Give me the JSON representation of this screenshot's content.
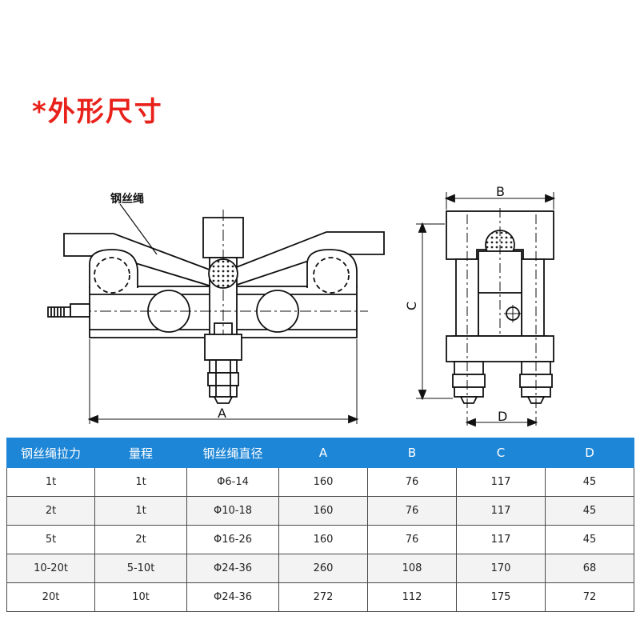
{
  "title": "*外形尺寸",
  "drawing": {
    "callout_label": "钢丝绳",
    "dim_A": "A",
    "dim_B": "B",
    "dim_C": "C",
    "dim_D": "D"
  },
  "table": {
    "headers": [
      "钢丝绳拉力",
      "量程",
      "钢丝绳直径",
      "A",
      "B",
      "C",
      "D"
    ],
    "rows": [
      [
        "1t",
        "1t",
        "Φ6-14",
        "160",
        "76",
        "117",
        "45"
      ],
      [
        "2t",
        "1t",
        "Φ10-18",
        "160",
        "76",
        "117",
        "45"
      ],
      [
        "5t",
        "2t",
        "Φ16-26",
        "160",
        "76",
        "117",
        "45"
      ],
      [
        "10-20t",
        "5-10t",
        "Φ24-36",
        "260",
        "108",
        "170",
        "68"
      ],
      [
        "20t",
        "10t",
        "Φ24-36",
        "272",
        "112",
        "175",
        "72"
      ]
    ]
  },
  "colors": {
    "title": "#e8221b",
    "header_bg": "#1e86d6",
    "line": "#111111"
  }
}
